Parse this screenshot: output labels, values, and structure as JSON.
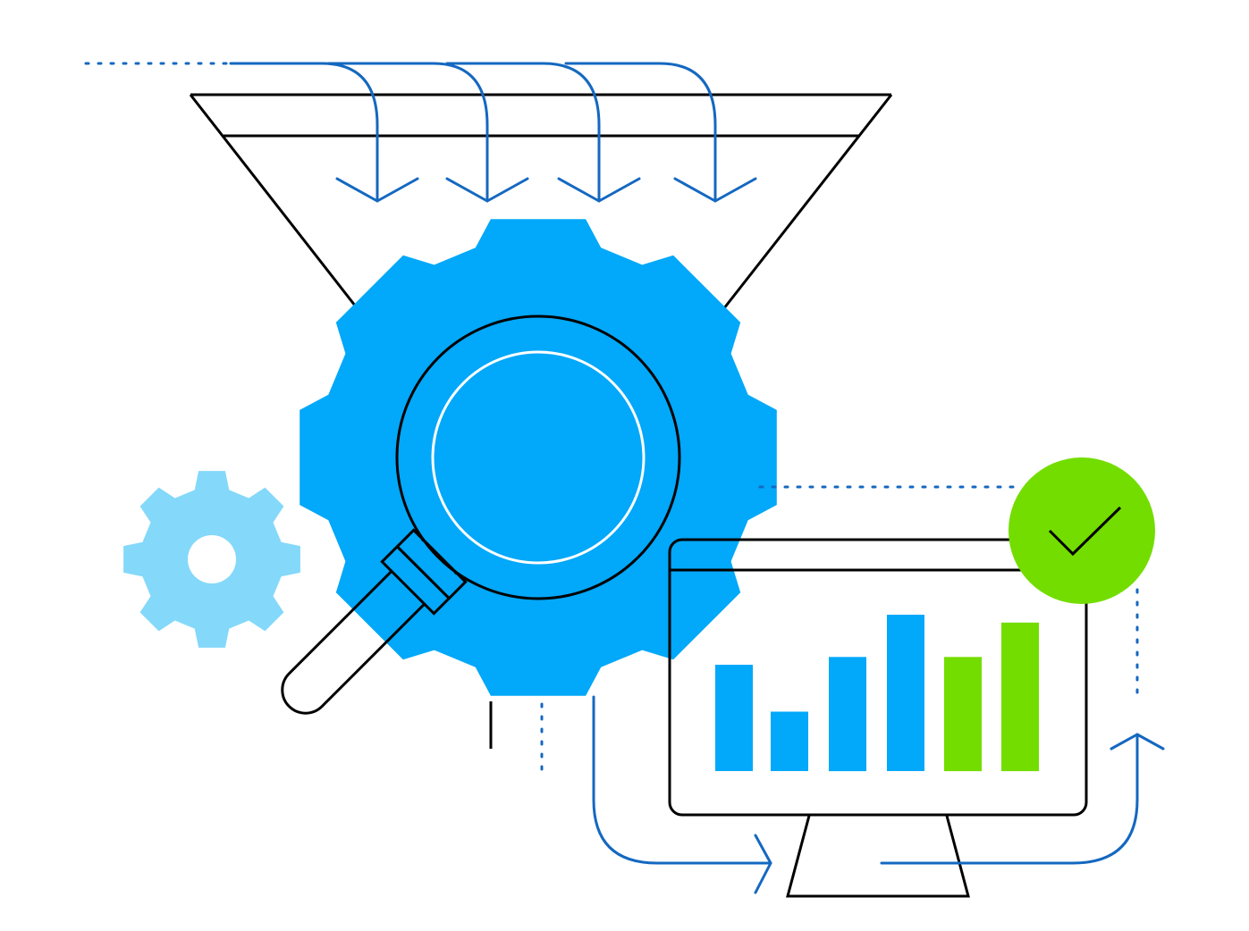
{
  "illustration": {
    "icons": [
      "funnel-icon",
      "down-arrow-icon",
      "gear-icon",
      "magnifying-glass-icon",
      "small-gear-icon",
      "monitor-icon",
      "bar-chart-icon",
      "checkmark-badge-icon",
      "flow-arrow-icon"
    ]
  },
  "colors": {
    "line_blue": "#1468c0",
    "gear_blue": "#02a8f9",
    "light_blue": "#84d8fa",
    "green": "#73dd00",
    "outline": "#000000"
  },
  "bars": [
    {
      "color": "gear_blue",
      "level": 0.68
    },
    {
      "color": "gear_blue",
      "level": 0.38
    },
    {
      "color": "gear_blue",
      "level": 0.73
    },
    {
      "color": "gear_blue",
      "level": 1.0
    },
    {
      "color": "green",
      "level": 0.73
    },
    {
      "color": "green",
      "level": 0.95
    }
  ]
}
